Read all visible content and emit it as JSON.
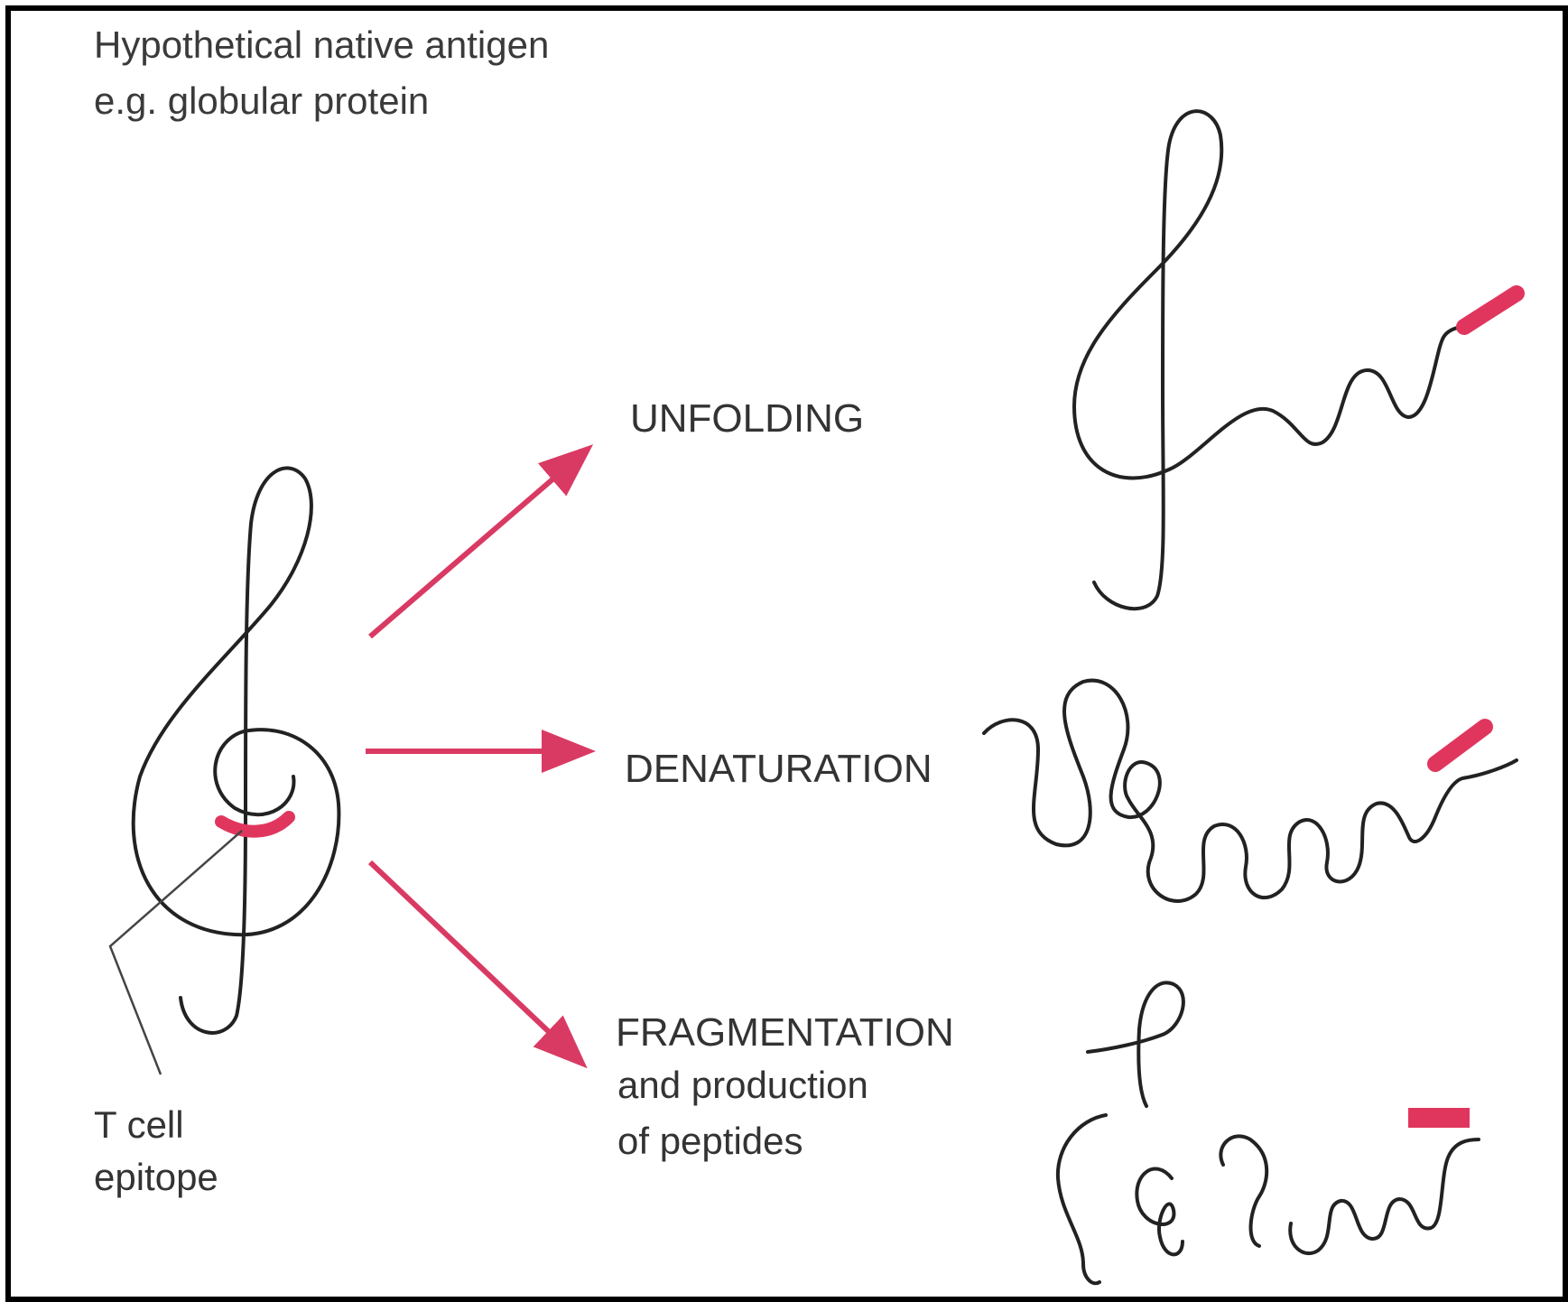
{
  "title": {
    "line1": "Hypothetical native antigen",
    "line2": "e.g. globular protein"
  },
  "epitope_label": {
    "line1": "T cell",
    "line2": "epitope"
  },
  "steps": [
    {
      "label_lines": [
        "UNFOLDING"
      ]
    },
    {
      "label_lines": [
        "DENATURATION"
      ]
    },
    {
      "label_lines": [
        "FRAGMENTATION",
        "and production",
        "of peptides"
      ]
    }
  ],
  "colors": {
    "epitope": "#e0365e",
    "arrow": "#d93a63",
    "chain": "#222222",
    "border": "#000000"
  }
}
